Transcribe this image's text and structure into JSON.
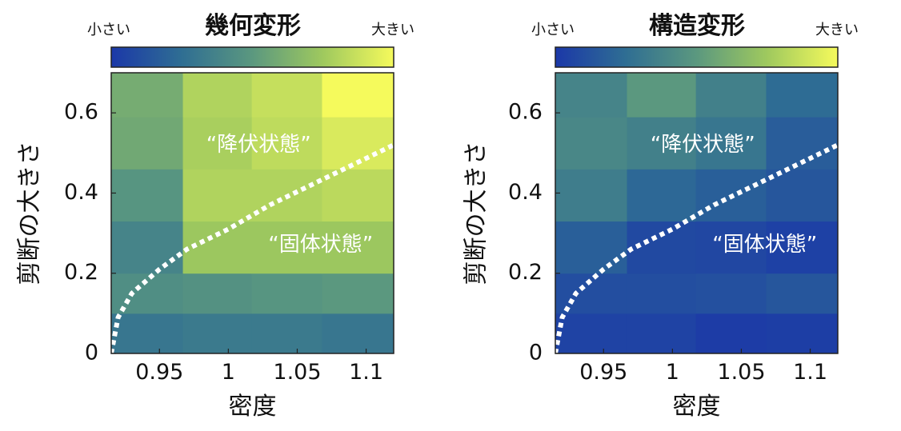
{
  "chart_data": [
    {
      "type": "heatmap",
      "title": "幾何変形",
      "xlabel": "密度",
      "ylabel": "剪断の大きさ",
      "x_ticks": [
        "0.95",
        "1",
        "1.05",
        "1.1"
      ],
      "x_tick_values": [
        0.95,
        1,
        1.05,
        1.1
      ],
      "y_ticks": [
        "0",
        "0.2",
        "0.4",
        "0.6"
      ],
      "y_tick_values": [
        0,
        0.2,
        0.4,
        0.6
      ],
      "xlim": [
        0.915,
        1.12
      ],
      "ylim": [
        0,
        0.7
      ],
      "x_edges": [
        0.915,
        0.967,
        1.017,
        1.068,
        1.12
      ],
      "y_edges": [
        0,
        0.1,
        0.2,
        0.33,
        0.46,
        0.59,
        0.7
      ],
      "values": [
        [
          0.3,
          0.32,
          0.32,
          0.3
        ],
        [
          0.44,
          0.46,
          0.48,
          0.5
        ],
        [
          0.38,
          0.74,
          0.74,
          0.74
        ],
        [
          0.48,
          0.8,
          0.8,
          0.83
        ],
        [
          0.58,
          0.78,
          0.84,
          0.92
        ],
        [
          0.6,
          0.8,
          0.86,
          1.0
        ]
      ],
      "colorbar": {
        "min_label": "小さい",
        "max_label": "大きい",
        "colors": [
          "#1b38a8",
          "#2f6e93",
          "#5b987f",
          "#9fc95e",
          "#f5fa5c"
        ]
      },
      "boundary": {
        "style": "dotted",
        "color": "#ffffff",
        "x": [
          0.915,
          0.92,
          0.93,
          0.95,
          0.97,
          1.0,
          1.03,
          1.06,
          1.09,
          1.12
        ],
        "y": [
          0,
          0.09,
          0.15,
          0.21,
          0.26,
          0.31,
          0.37,
          0.42,
          0.47,
          0.52
        ]
      },
      "annotations": [
        {
          "text": "“降伏状態”",
          "x": 1.022,
          "y": 0.52
        },
        {
          "text": "“固体状態”",
          "x": 1.067,
          "y": 0.27
        }
      ]
    },
    {
      "type": "heatmap",
      "title": "構造変形",
      "xlabel": "密度",
      "ylabel": "剪断の大きさ",
      "x_ticks": [
        "0.95",
        "1",
        "1.05",
        "1.1"
      ],
      "x_tick_values": [
        0.95,
        1,
        1.05,
        1.1
      ],
      "y_ticks": [
        "0",
        "0.2",
        "0.4",
        "0.6"
      ],
      "y_tick_values": [
        0,
        0.2,
        0.4,
        0.6
      ],
      "xlim": [
        0.915,
        1.12
      ],
      "ylim": [
        0,
        0.7
      ],
      "x_edges": [
        0.915,
        0.967,
        1.017,
        1.068,
        1.12
      ],
      "y_edges": [
        0,
        0.1,
        0.2,
        0.33,
        0.46,
        0.59,
        0.7
      ],
      "values": [
        [
          0.05,
          0.05,
          0.02,
          0.03
        ],
        [
          0.1,
          0.1,
          0.11,
          0.14
        ],
        [
          0.18,
          0.08,
          0.07,
          0.04
        ],
        [
          0.34,
          0.22,
          0.18,
          0.14
        ],
        [
          0.4,
          0.36,
          0.3,
          0.17
        ],
        [
          0.38,
          0.5,
          0.36,
          0.24
        ]
      ],
      "colorbar": {
        "min_label": "小さい",
        "max_label": "大きい",
        "colors": [
          "#1b38a8",
          "#2f6e93",
          "#5b987f",
          "#9fc95e",
          "#f5fa5c"
        ]
      },
      "boundary": {
        "style": "dotted",
        "color": "#ffffff",
        "x": [
          0.915,
          0.92,
          0.93,
          0.95,
          0.97,
          1.0,
          1.03,
          1.06,
          1.09,
          1.12
        ],
        "y": [
          0,
          0.09,
          0.15,
          0.21,
          0.26,
          0.31,
          0.37,
          0.42,
          0.47,
          0.52
        ]
      },
      "annotations": [
        {
          "text": "“降伏状態”",
          "x": 1.022,
          "y": 0.52
        },
        {
          "text": "“固体状態”",
          "x": 1.067,
          "y": 0.27
        }
      ]
    }
  ]
}
